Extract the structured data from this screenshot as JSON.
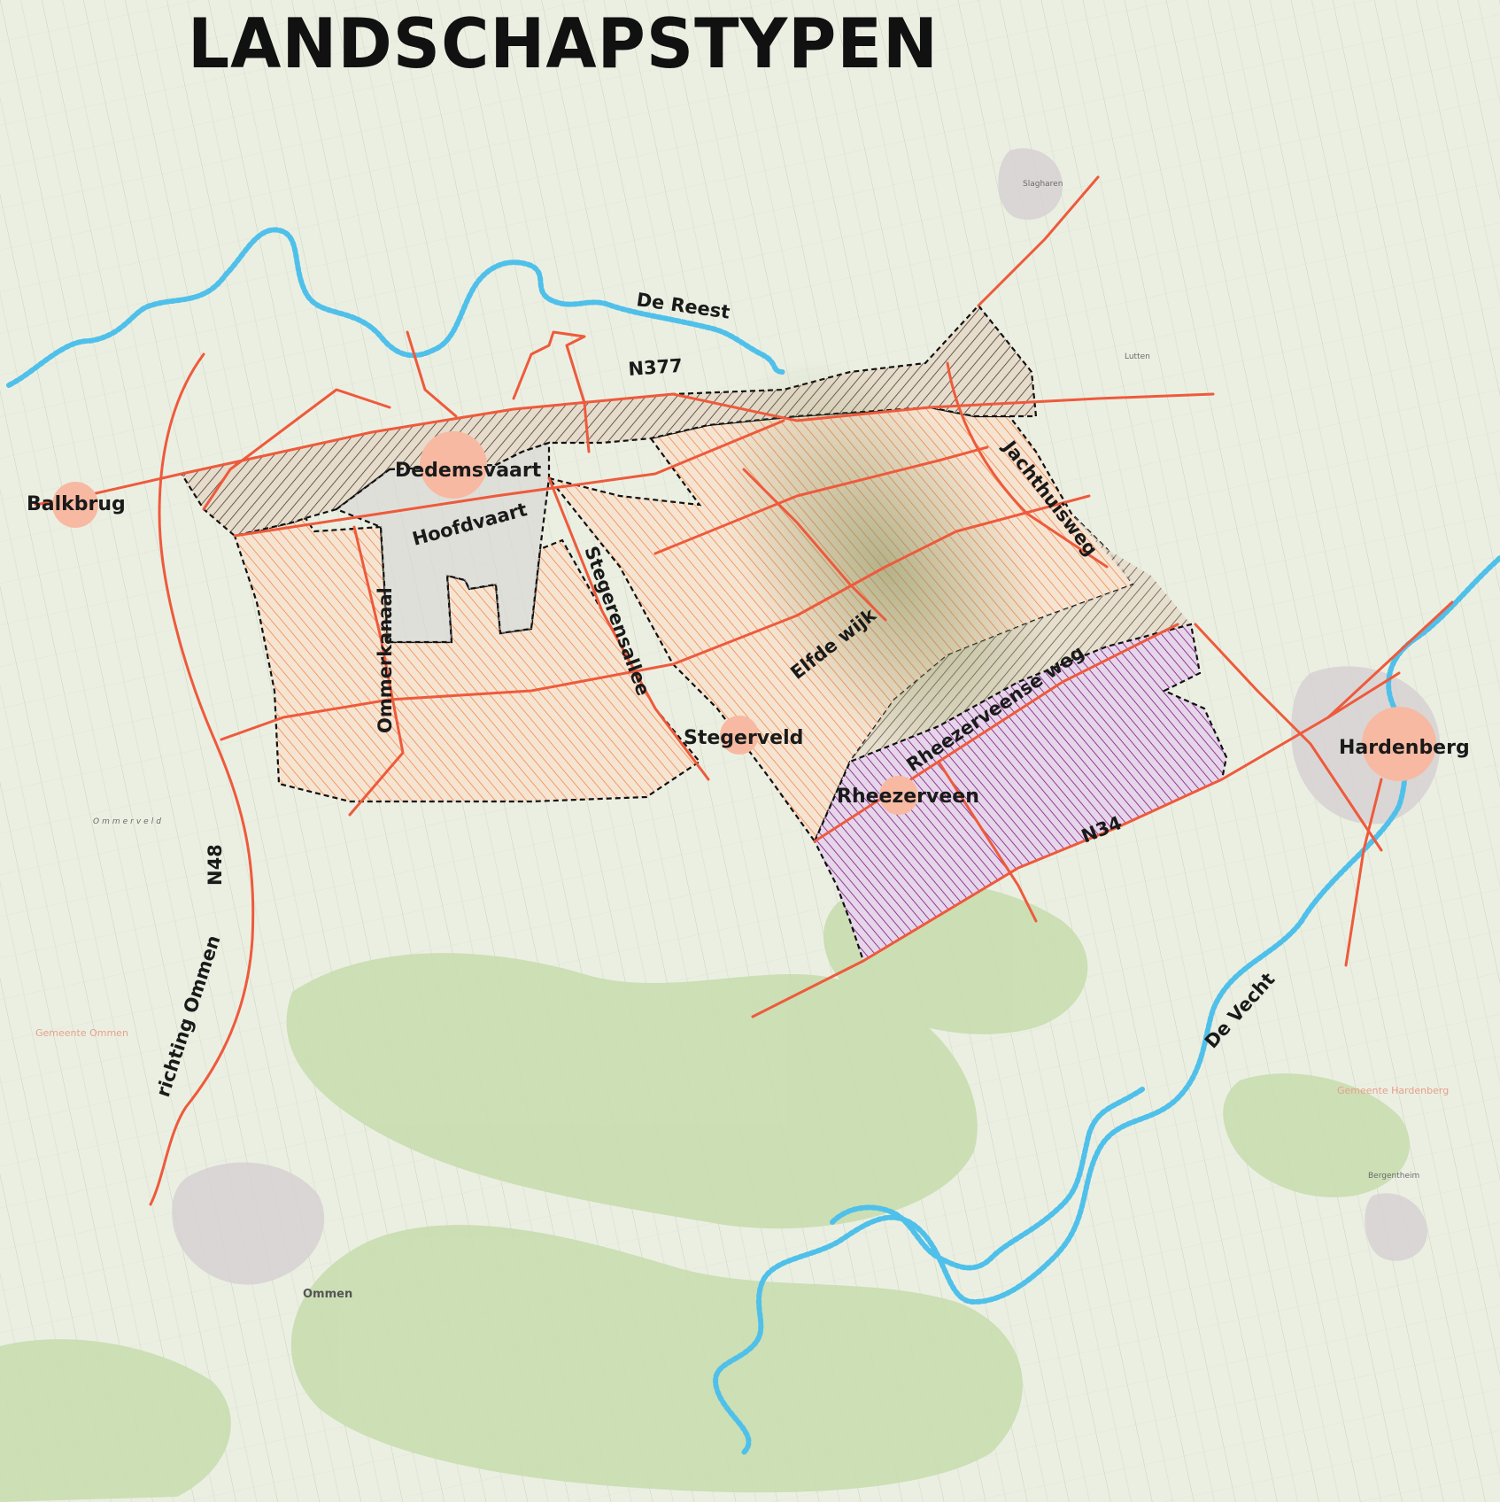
{
  "title": "LANDSCHAPSTYPEN",
  "colors": {
    "road": "#ee5a3c",
    "river": "#4fc0ea",
    "place_marker": "#f7b9a2",
    "zone_boundary": "#111111",
    "hatch_orange": "#f08a4c",
    "hatch_dark": "#4a3a30",
    "hatch_purple": "#8b2a8c",
    "forest": "#c9ddb0",
    "meadow": "#e9efdf"
  },
  "places": [
    {
      "name": "Dedemsvaart"
    },
    {
      "name": "Balkbrug"
    },
    {
      "name": "Stegerveld"
    },
    {
      "name": "Rheezerveen"
    },
    {
      "name": "Hardenberg"
    }
  ],
  "road_labels": {
    "n377": "N377",
    "n48": "N48",
    "n34": "N34",
    "richting_ommen": "richting Ommen",
    "jachthuisweg": "Jachthuisweg",
    "rheezerveense_weg": "Rheezerveense weg",
    "stegerensallee": "Stegerensallee",
    "elfde_wijk": "Elfde wijk",
    "hoofdvaart": "Hoofdvaart",
    "ommerkanaal": "Ommerkanaal"
  },
  "water_labels": {
    "de_reest": "De Reest",
    "de_vecht": "De Vecht"
  },
  "background_labels": {
    "ommen": "Ommen",
    "lutten": "Lutten",
    "slagharen": "Slagharen",
    "bergentheim": "Bergentheim",
    "gemeente_ommen": "Gemeente Ommen",
    "gemeente_hardenberg": "Gemeente Hardenberg",
    "ommerveld": "Ommerveld"
  }
}
